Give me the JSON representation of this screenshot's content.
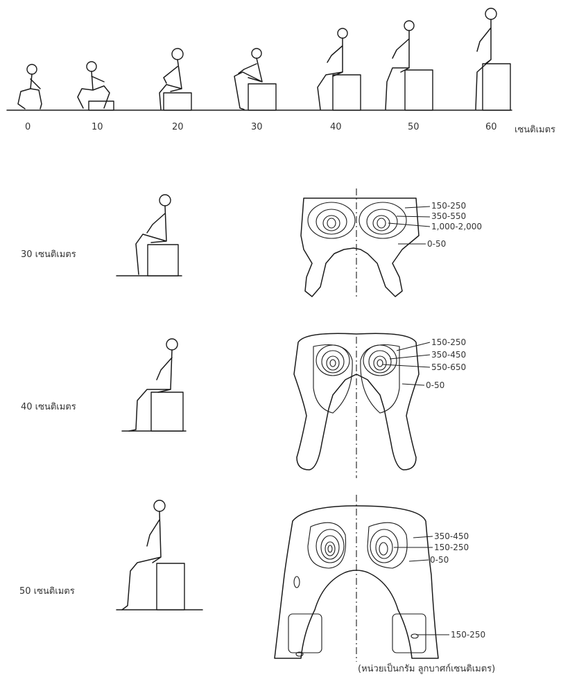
{
  "height_scale": {
    "ticks": [
      "0",
      "10",
      "20",
      "30",
      "40",
      "50",
      "60"
    ],
    "unit": "เซนติเมตร"
  },
  "rows": [
    {
      "label": "30 เซนติเมตร",
      "pressures": [
        "150-250",
        "350-550",
        "1,000-2,000",
        "0-50"
      ]
    },
    {
      "label": "40 เซนติเมตร",
      "pressures": [
        "150-250",
        "350-450",
        "550-650",
        "0-50"
      ]
    },
    {
      "label": "50 เซนติเมตร",
      "pressures": [
        "350-450",
        "150-250",
        "0-50",
        "150-250"
      ]
    }
  ],
  "footnote": "(หน่วยเป็นกรัม ลูกบาศก์เซนติเมตร)"
}
